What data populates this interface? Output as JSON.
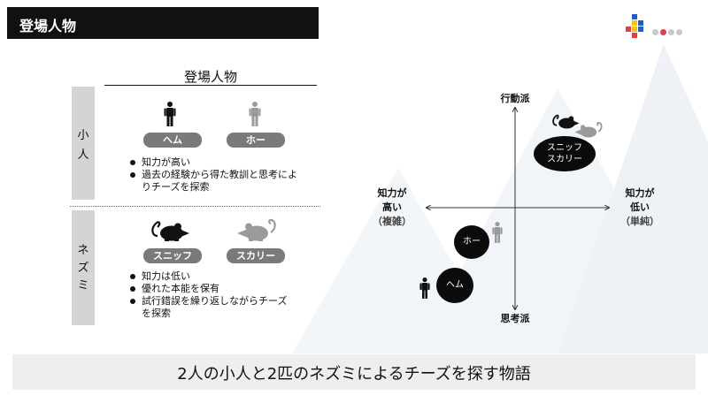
{
  "header": {
    "title": "登場人物"
  },
  "section": {
    "title": "登場人物"
  },
  "littlepeople": {
    "tab_chars": [
      "小",
      "人"
    ],
    "names": [
      "ヘム",
      "ホー"
    ],
    "bullets": [
      "知力が高い",
      "過去の経験から得た教訓と思考によ",
      "りチーズを探索"
    ]
  },
  "mice": {
    "tab_chars": [
      "ネ",
      "ズ",
      "ミ"
    ],
    "names": [
      "スニッフ",
      "スカリー"
    ],
    "bullets": [
      "知力は低い",
      "優れた本能を保有",
      "試行錯誤を繰り返しながらチーズ",
      "を探索"
    ]
  },
  "quadrant": {
    "top": "行動派",
    "bottom": "思考派",
    "left": {
      "line1": "知力が",
      "line2": "高い",
      "sub": "（複雑）"
    },
    "right": {
      "line1": "知力が",
      "line2": "低い",
      "sub": "（単純）"
    },
    "mice_circle": {
      "line1": "スニッフ",
      "line2": "スカリー"
    },
    "haw_circle": "ホー",
    "hem_circle": "ヘム"
  },
  "footer": {
    "tagline": "2人の小人と2匹のネズミによるチーズを探す物語"
  },
  "colors": {
    "accent": "#e23c44",
    "tab_gray": "#d4d4d4",
    "pill_gray": "#7a7a7a",
    "dark": "#111111"
  }
}
